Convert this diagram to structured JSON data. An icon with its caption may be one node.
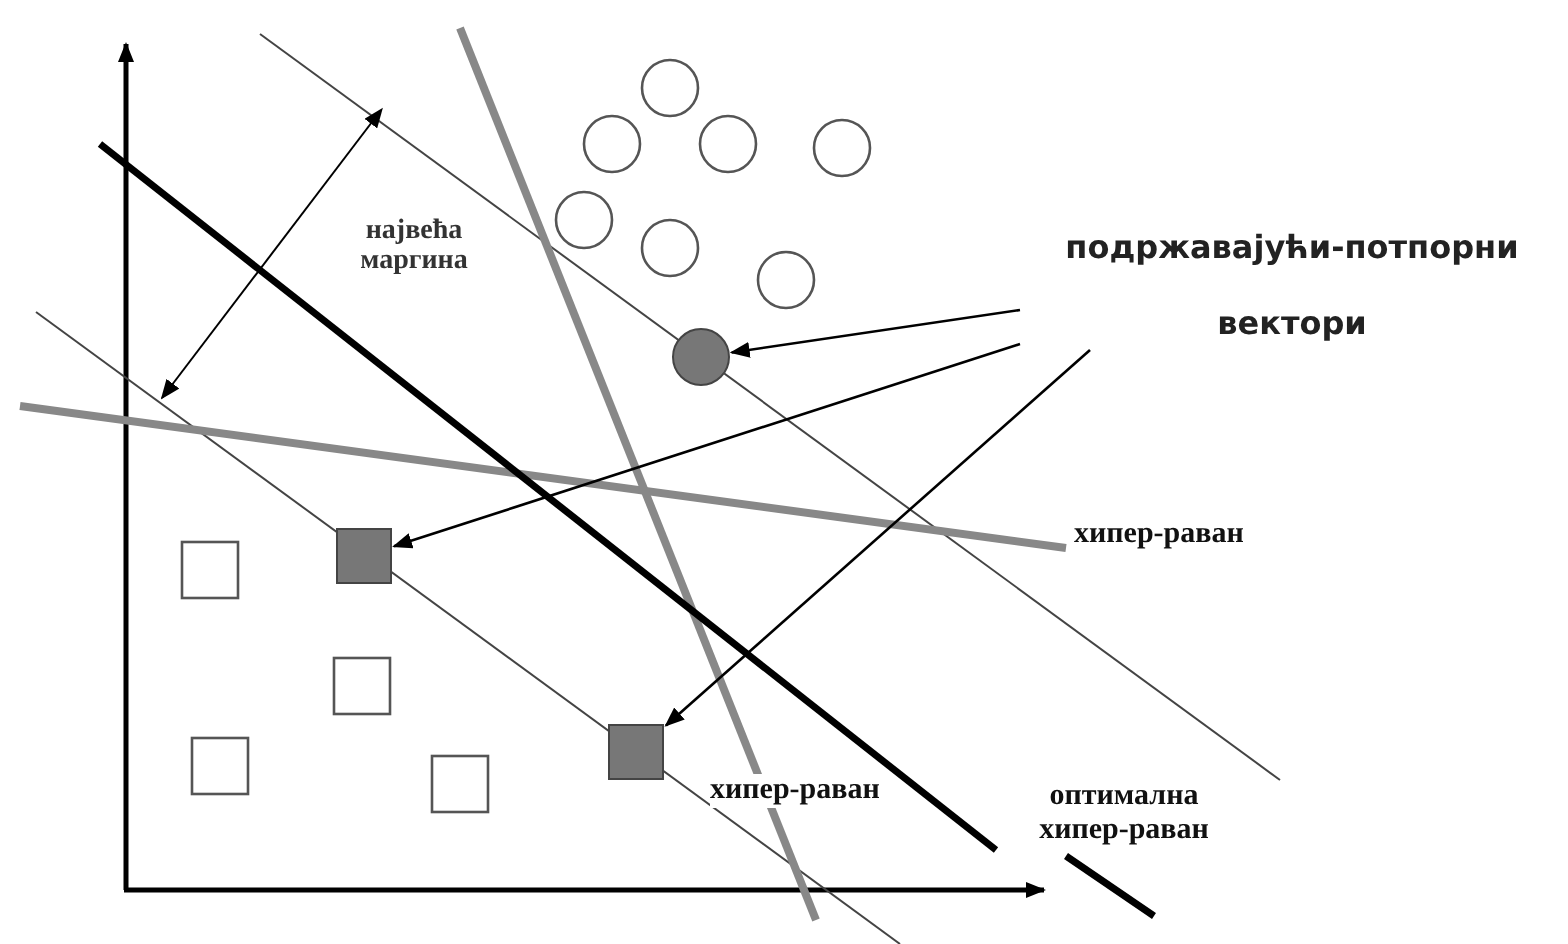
{
  "diagram": {
    "nodes": [
      {
        "text": [
          "подржавајући-потпорни вектори"
        ]
      },
      {
        "text": [],
        "shape": "circle"
      },
      {
        "text": [],
        "shape": "box"
      },
      {
        "text": [],
        "shape": "box"
      }
    ],
    "edges": [
      {
        "from": 0,
        "to": 1,
        "arrow": "to"
      },
      {
        "from": 0,
        "to": 2,
        "arrow": "to"
      },
      {
        "from": 0,
        "to": 3,
        "arrow": "to"
      }
    ],
    "labels": [
      "највећа маргина",
      "хипер-раван",
      "хипер-раван",
      "оптимална хипер-раван"
    ]
  }
}
